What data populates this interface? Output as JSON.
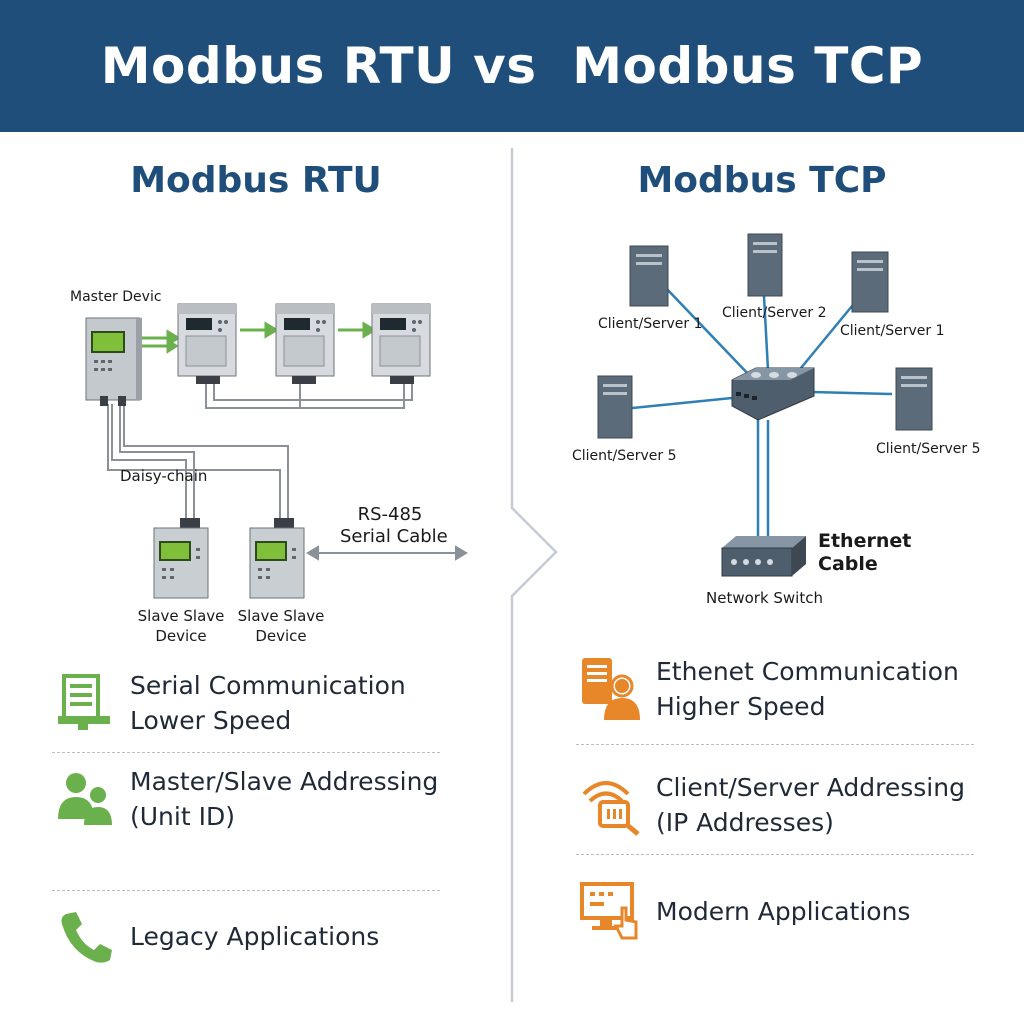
{
  "header": {
    "title": "Modbus RTU vs  Modbus TCP"
  },
  "rtu": {
    "title": "Modbus RTU",
    "master_label": "Master Devic",
    "daisy_label": "Daisy-chain",
    "cable_line1": "RS-485",
    "cable_line2": "Serial Cable",
    "slave1_line1": "Slave Slave",
    "slave1_line2": "Device",
    "slave2_line1": "Slave Slave",
    "slave2_line2": "Device",
    "features": [
      {
        "icon": "computer-document-icon",
        "line1": "Serial Communication",
        "line2": "Lower Speed"
      },
      {
        "icon": "users-icon",
        "line1": "Master/Slave Addressing",
        "line2": "(Unit ID)"
      },
      {
        "icon": "phone-icon",
        "line1": "Legacy Applications",
        "line2": ""
      }
    ]
  },
  "tcp": {
    "title": "Modbus TCP",
    "client1": "Client/Server 1",
    "client2": "Client/Server 2",
    "client3": "Client/Server 1",
    "client4": "Client/Server 5",
    "client5": "Client/Server 5",
    "ethernet_line1": "Ethernet",
    "ethernet_line2": "Cable",
    "switch_label": "Network Switch",
    "features": [
      {
        "icon": "server-user-icon",
        "line1": "Ethenet Communication",
        "line2": "Higher Speed"
      },
      {
        "icon": "wireless-search-icon",
        "line1": "Client/Server Addressing",
        "line2": "(IP Addresses)"
      },
      {
        "icon": "monitor-touch-icon",
        "line1": "Modern Applications",
        "line2": ""
      }
    ]
  },
  "colors": {
    "header": "#1e4e79",
    "rtu_accent": "#6ab04c",
    "tcp_accent": "#e8862a",
    "link": "#2f7fb5"
  }
}
